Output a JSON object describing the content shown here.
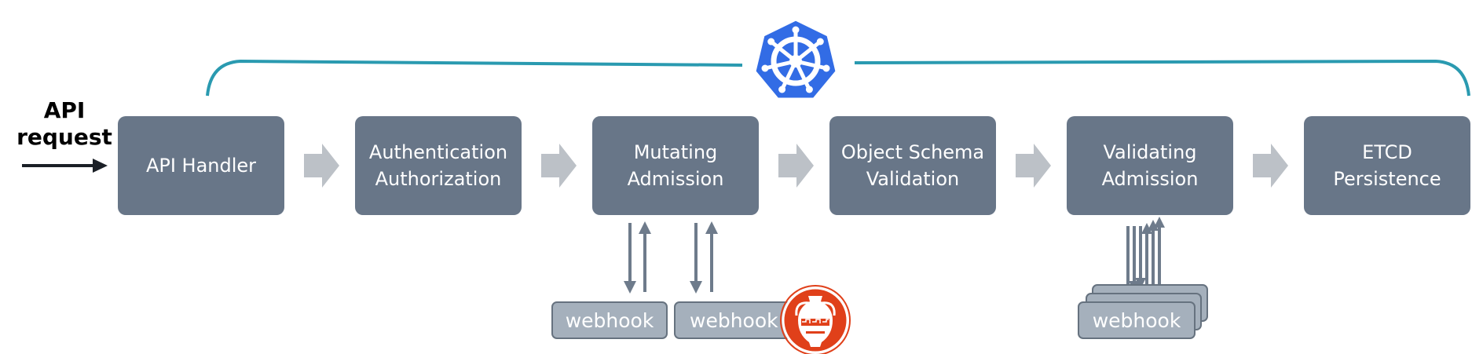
{
  "input": {
    "label_line1": "API",
    "label_line2": "request"
  },
  "stages": [
    {
      "id": "api-handler",
      "lines": [
        "API Handler"
      ]
    },
    {
      "id": "auth",
      "lines": [
        "Authentication",
        "Authorization"
      ]
    },
    {
      "id": "mutating-admission",
      "lines": [
        "Mutating",
        "Admission"
      ]
    },
    {
      "id": "schema-validation",
      "lines": [
        "Object Schema",
        "Validation"
      ]
    },
    {
      "id": "validating-admission",
      "lines": [
        "Validating",
        "Admission"
      ]
    },
    {
      "id": "etcd",
      "lines": [
        "ETCD",
        "Persistence"
      ]
    }
  ],
  "webhooks": {
    "mutating_1": "webhook",
    "mutating_2": "webhook",
    "validating": "webhook"
  },
  "icons": {
    "kubernetes": "kubernetes-helm-icon",
    "amphora": "amphora-icon"
  },
  "colors": {
    "box": "#687688",
    "flow_arrow": "#bcc1c7",
    "bracket": "#2a9ab0",
    "kubernetes": "#326ce5",
    "amphora_bg": "#e0401a",
    "webhook": "#a5b0bc"
  }
}
